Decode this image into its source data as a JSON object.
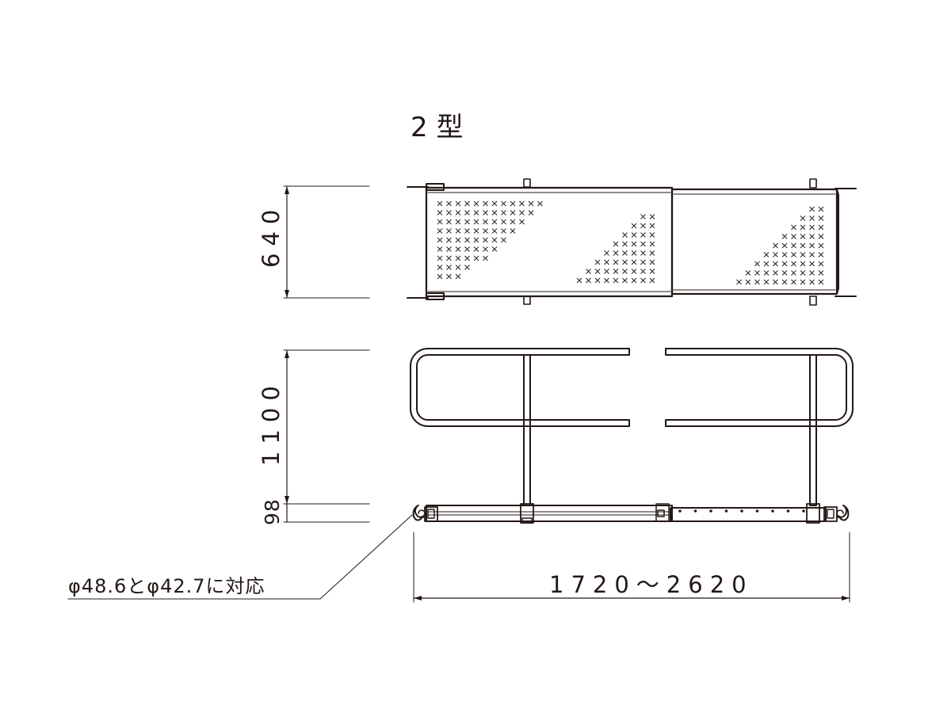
{
  "title": "2 型",
  "dimensions": {
    "deck_width": "640",
    "rail_height": "1100",
    "deck_thickness": "98",
    "span_length": "1720〜2620"
  },
  "note": "φ48.6とφ42.7に対応",
  "colors": {
    "line": "#231815",
    "background": "#ffffff"
  }
}
